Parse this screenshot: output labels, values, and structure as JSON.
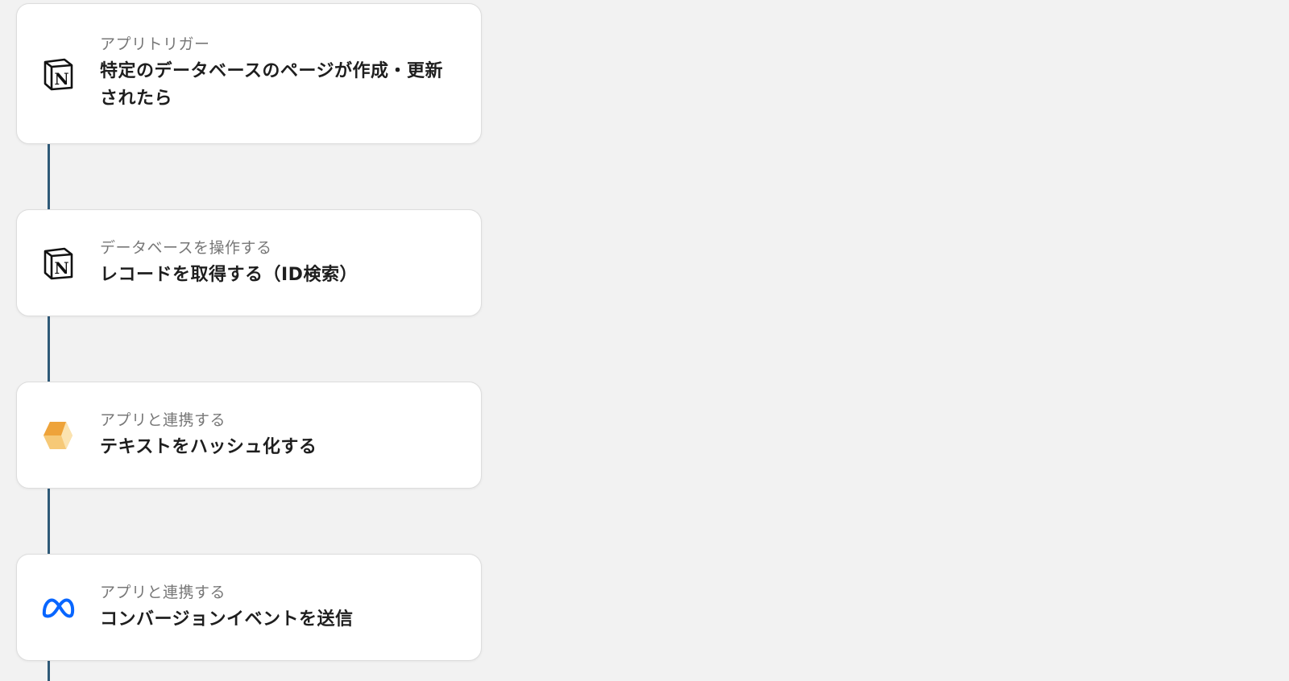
{
  "steps": [
    {
      "label": "アプリトリガー",
      "title": "特定のデータベースのページが作成・更新されたら",
      "icon": "notion-icon"
    },
    {
      "label": "データベースを操作する",
      "title": "レコードを取得する（ID検索）",
      "icon": "notion-icon"
    },
    {
      "label": "アプリと連携する",
      "title": "テキストをハッシュ化する",
      "icon": "hash-cube-icon"
    },
    {
      "label": "アプリと連携する",
      "title": "コンバージョンイベントを送信",
      "icon": "meta-icon"
    }
  ],
  "colors": {
    "background": "#f2f2f2",
    "connector": "#2f5a78",
    "meta_blue": "#0866ff",
    "cube_orange": "#f0a830"
  }
}
